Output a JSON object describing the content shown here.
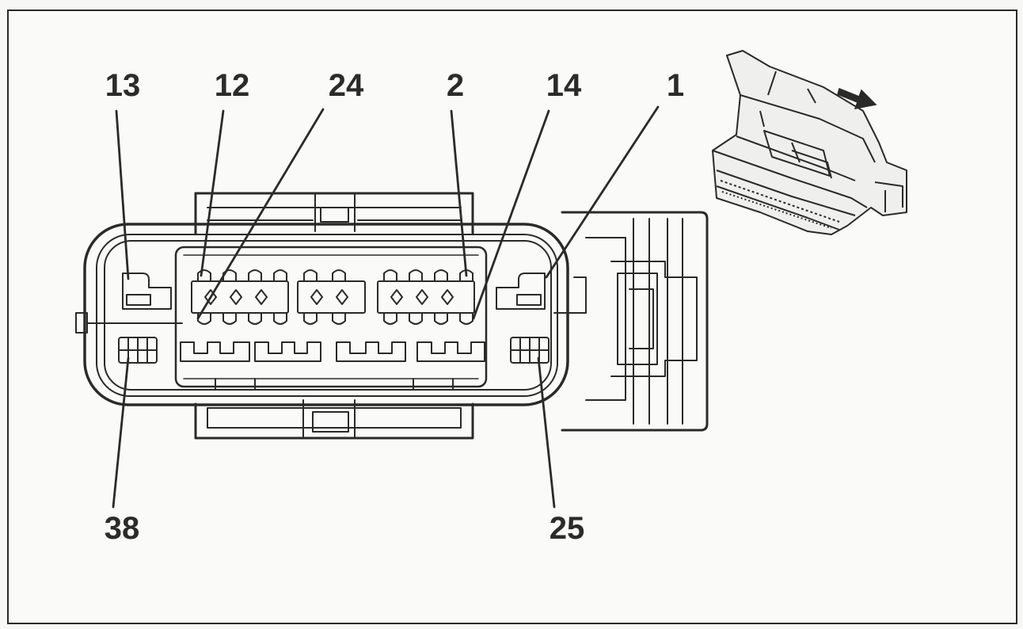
{
  "diagram": {
    "pin_labels": {
      "top": [
        "13",
        "12",
        "24",
        "2",
        "14",
        "1"
      ],
      "bottom": [
        "38",
        "25"
      ]
    },
    "colors": {
      "line": "#2a2a2a",
      "background": "#fafaf8",
      "label": "#2b2b2b"
    },
    "icons": [
      "connector-3d-view",
      "pull-direction-arrow-icon"
    ]
  }
}
